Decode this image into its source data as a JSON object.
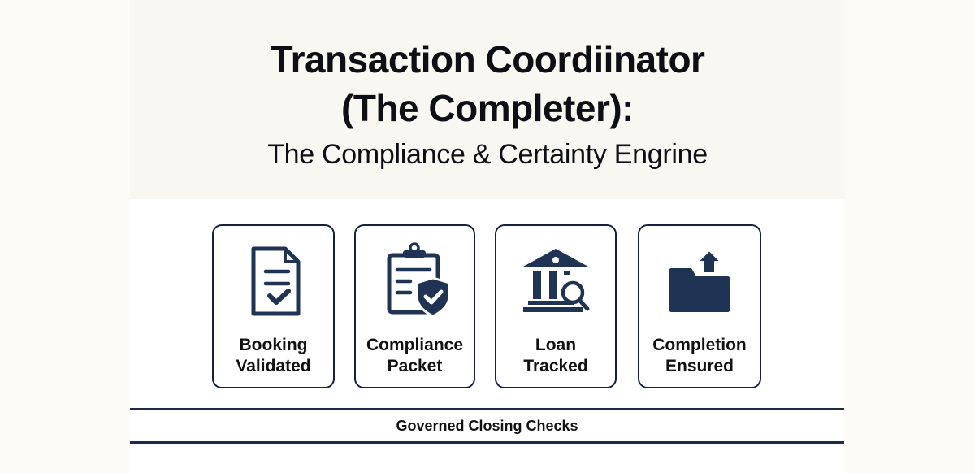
{
  "header": {
    "title_line1": "Transaction Coordiinator",
    "title_line2": "(The Completer):",
    "subtitle": "The Compliance & Certainty Engrine"
  },
  "cards": [
    {
      "icon": "document-check-icon",
      "label_line1": "Booking",
      "label_line2": "Validated"
    },
    {
      "icon": "clipboard-shield-icon",
      "label_line1": "Compliance",
      "label_line2": "Packet"
    },
    {
      "icon": "bank-search-icon",
      "label_line1": "Loan",
      "label_line2": "Tracked"
    },
    {
      "icon": "folder-upload-icon",
      "label_line1": "Completion",
      "label_line2": "Ensured"
    }
  ],
  "footer": {
    "label": "Governed Closing Checks"
  },
  "colors": {
    "icon_navy": "#1f3354",
    "border_navy": "#16223d",
    "rule_navy": "#1b2a47",
    "text": "#0d0f14"
  }
}
